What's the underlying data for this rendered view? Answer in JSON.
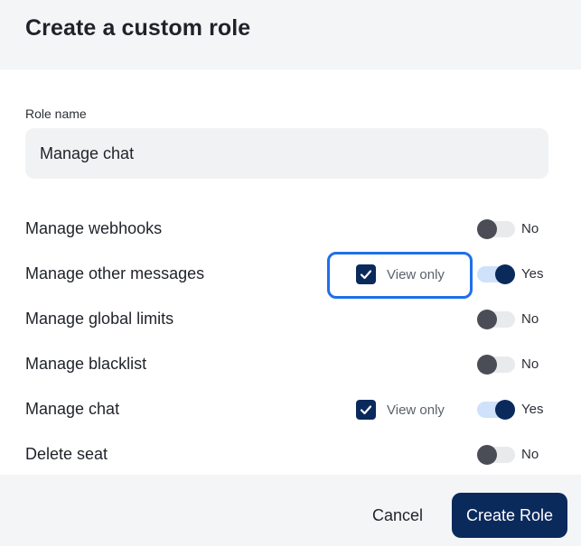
{
  "dialog": {
    "title": "Create a custom role"
  },
  "role_field": {
    "label": "Role name",
    "value": "Manage chat"
  },
  "permissions": [
    {
      "label": "Manage webhooks",
      "enabled": false,
      "toggle_text": "No",
      "has_view_only": false
    },
    {
      "label": "Manage other messages",
      "enabled": true,
      "toggle_text": "Yes",
      "has_view_only": true,
      "view_only_checked": true,
      "view_only_label": "View only",
      "focused": true
    },
    {
      "label": "Manage global limits",
      "enabled": false,
      "toggle_text": "No",
      "has_view_only": false
    },
    {
      "label": "Manage blacklist",
      "enabled": false,
      "toggle_text": "No",
      "has_view_only": false
    },
    {
      "label": "Manage chat",
      "enabled": true,
      "toggle_text": "Yes",
      "has_view_only": true,
      "view_only_checked": true,
      "view_only_label": "View only"
    },
    {
      "label": "Delete seat",
      "enabled": false,
      "toggle_text": "No",
      "has_view_only": false
    }
  ],
  "footer": {
    "cancel_label": "Cancel",
    "create_label": "Create Role"
  },
  "colors": {
    "primary": "#0a2a5c",
    "focus": "#1f6fea",
    "toggle_on_track": "#cfe1fb",
    "toggle_off_knob": "#4a4d55"
  }
}
